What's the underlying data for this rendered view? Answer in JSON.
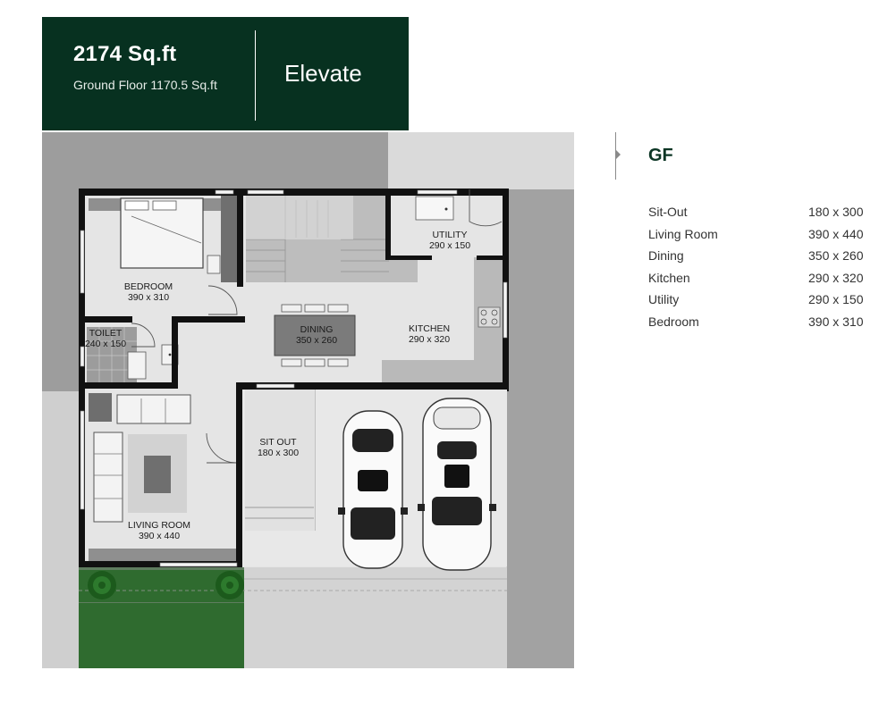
{
  "header": {
    "area": "2174 Sq.ft",
    "floor": "Ground Floor 1170.5 Sq.ft",
    "brand": "Elevate"
  },
  "plan": {
    "rooms": [
      {
        "name": "BEDROOM",
        "size": "390 x 310"
      },
      {
        "name": "UTILITY",
        "size": "290 x 150"
      },
      {
        "name": "TOILET",
        "size": "240 x 150"
      },
      {
        "name": "DINING",
        "size": "350 x 260"
      },
      {
        "name": "KITCHEN",
        "size": "290 x 320"
      },
      {
        "name": "SIT OUT",
        "size": "180 x 300"
      },
      {
        "name": "LIVING ROOM",
        "size": "390 x 440"
      }
    ]
  },
  "legend": {
    "title": "GF",
    "rows": [
      {
        "name": "Sit-Out",
        "size": "180 x 300"
      },
      {
        "name": "Living Room",
        "size": "390 x 440"
      },
      {
        "name": "Dining",
        "size": "350 x 260"
      },
      {
        "name": "Kitchen",
        "size": "290 x 320"
      },
      {
        "name": "Utility",
        "size": "290 x 150"
      },
      {
        "name": "Bedroom",
        "size": "390 x 310"
      }
    ]
  },
  "colors": {
    "brand_dark_green": "#073120",
    "lawn_green": "#2f6b2f",
    "wall": "#111111"
  }
}
